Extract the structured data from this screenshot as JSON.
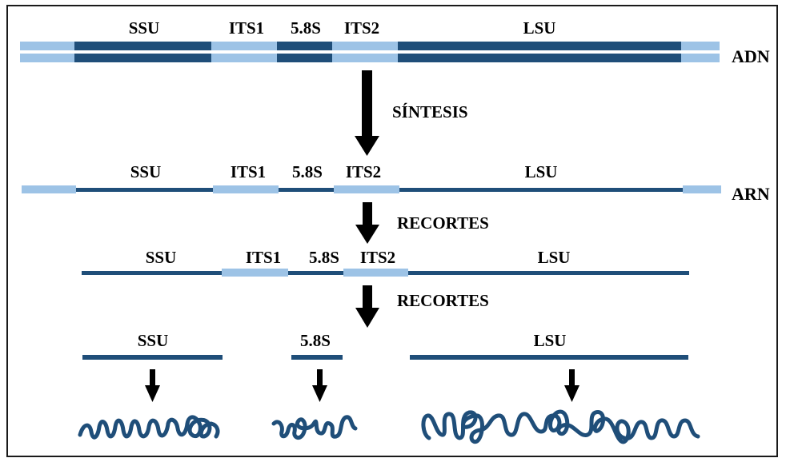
{
  "colors": {
    "dark_blue": "#1f4e79",
    "light_blue": "#9dc3e6",
    "arrow": "#000000",
    "rna_squiggle": "#1f4e79"
  },
  "dna": {
    "side_label": "ADN",
    "labels": {
      "ssu": "SSU",
      "its1": "ITS1",
      "s58": "5.8S",
      "its2": "ITS2",
      "lsu": "LSU"
    }
  },
  "step1": {
    "label": "SÍNTESIS"
  },
  "rna": {
    "side_label": "ARN",
    "labels": {
      "ssu": "SSU",
      "its1": "ITS1",
      "s58": "5.8S",
      "its2": "ITS2",
      "lsu": "LSU"
    }
  },
  "step2": {
    "label": "RECORTES"
  },
  "processed": {
    "labels": {
      "ssu": "SSU",
      "its1": "ITS1",
      "s58": "5.8S",
      "its2": "ITS2",
      "lsu": "LSU"
    }
  },
  "step3": {
    "label": "RECORTES"
  },
  "final": {
    "labels": {
      "ssu": "SSU",
      "s58": "5.8S",
      "lsu": "LSU"
    }
  },
  "icons": [
    "down-arrow-icon",
    "folded-rna-icon"
  ]
}
